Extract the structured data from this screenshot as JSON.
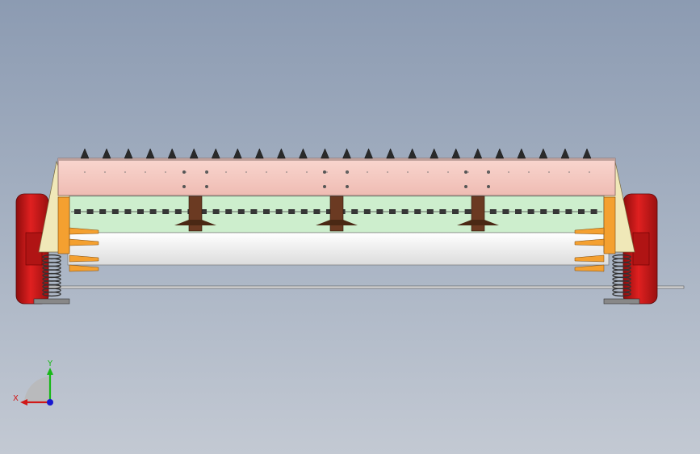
{
  "viewport": {
    "background_top": "#8c9bb2",
    "background_bottom": "#c3c9d3",
    "model": "vibrating-screen-front-view"
  },
  "colors": {
    "beam": "#f5c8c0",
    "beam_edge": "#8a6a64",
    "screen_panel": "#cdeecd",
    "lower_bed": "#f4f4f4",
    "motor": "#d41c1c",
    "gusset": "#f0e8b8",
    "bracket": "#f4a030",
    "post": "#6b3a22",
    "spring": "#444444",
    "axis_x": "#d01818",
    "axis_y": "#18b818",
    "axis_z": "#1818d0"
  },
  "teeth": {
    "count": 24
  },
  "posts": {
    "count": 3
  },
  "axis_triad": {
    "x_label": "X",
    "y_label": "Y"
  }
}
